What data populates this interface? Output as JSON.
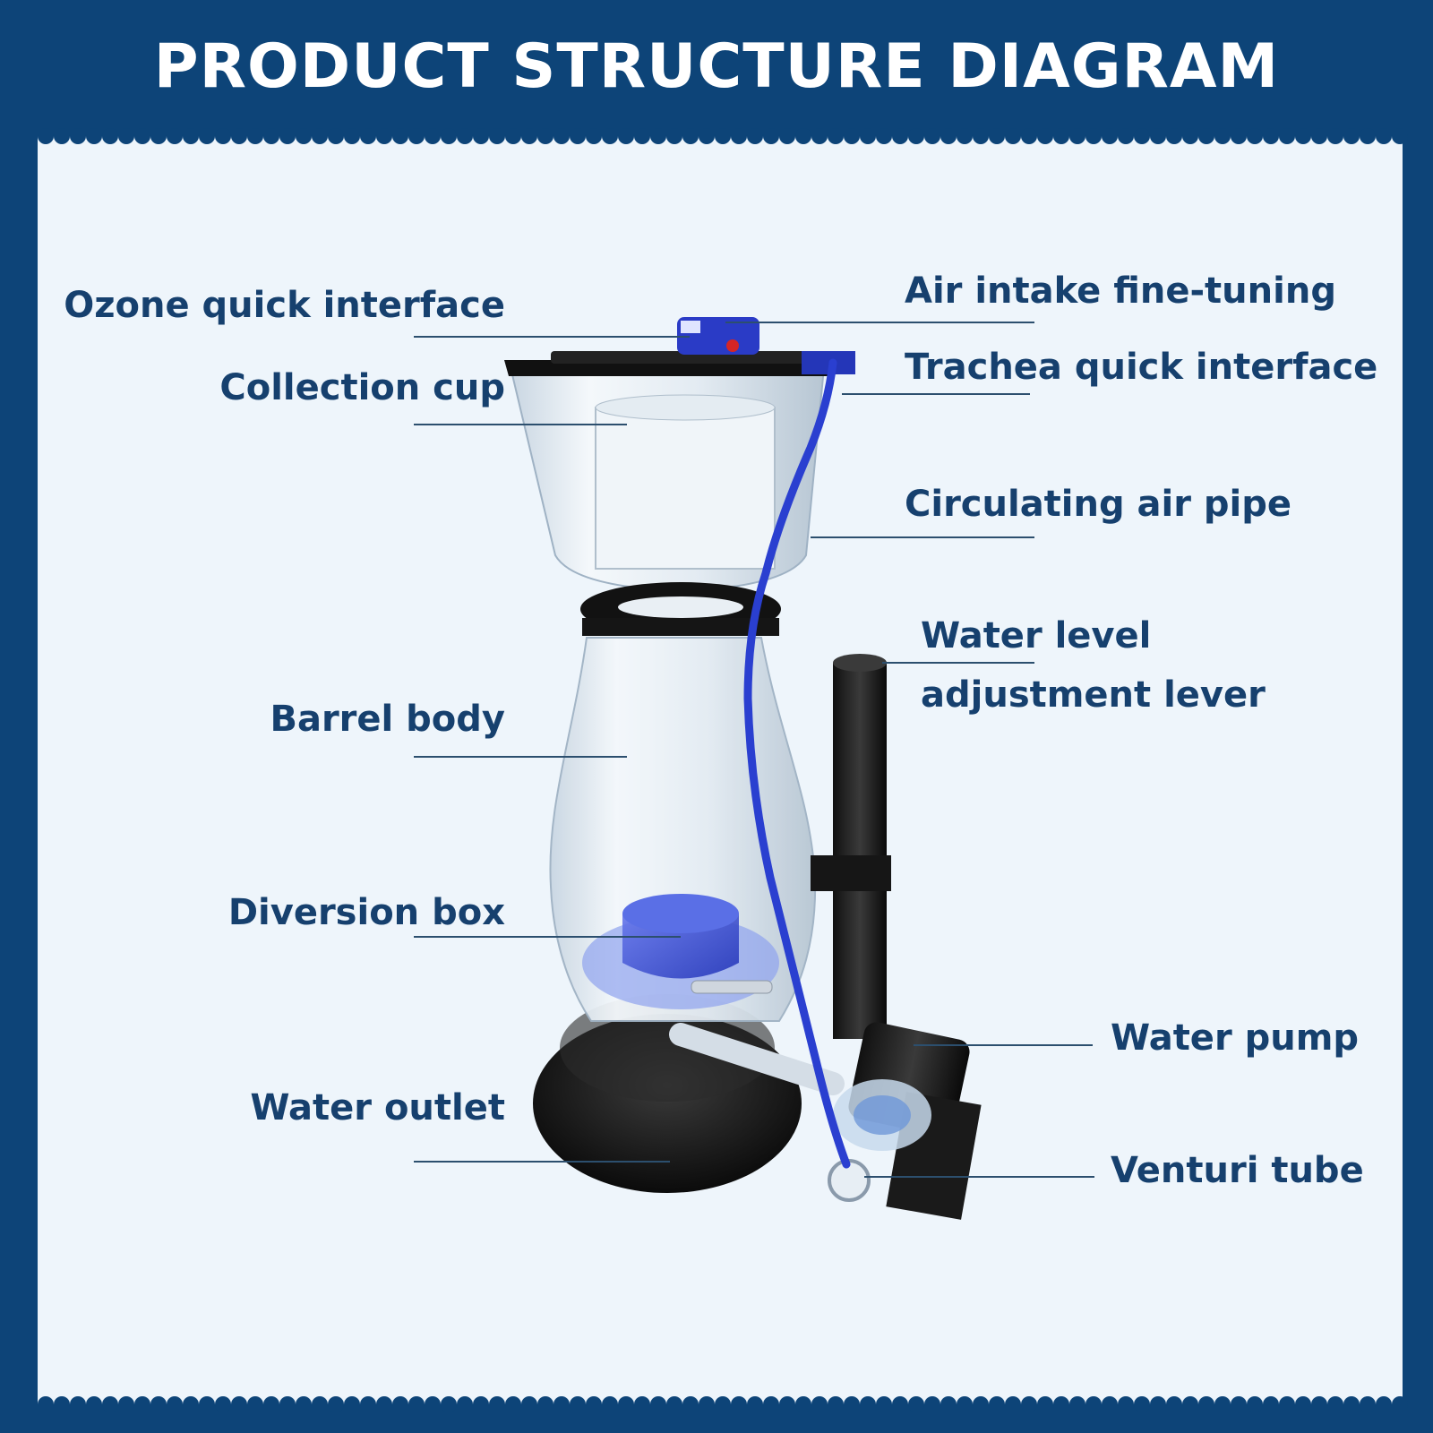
{
  "header": {
    "title": "PRODUCT STRUCTURE DIAGRAM"
  },
  "colors": {
    "frame": "#0d4478",
    "panel": "#eef5fb",
    "label_text": "#16406e",
    "leader_line": "#2c4f6e",
    "accent_blue": "#2a3fd0"
  },
  "labels": {
    "ozone_quick_interface": "Ozone quick interface",
    "collection_cup": "Collection cup",
    "barrel_body": "Barrel body",
    "diversion_box": "Diversion box",
    "water_outlet": "Water outlet",
    "air_intake_fine_tuning": "Air intake fine-tuning",
    "trachea_quick_interface": "Trachea quick interface",
    "circulating_air_pipe": "Circulating air pipe",
    "water_level_adjustment_lever": "Water level adjustment lever",
    "water_pump": "Water pump",
    "venturi_tube": "Venturi tube"
  }
}
